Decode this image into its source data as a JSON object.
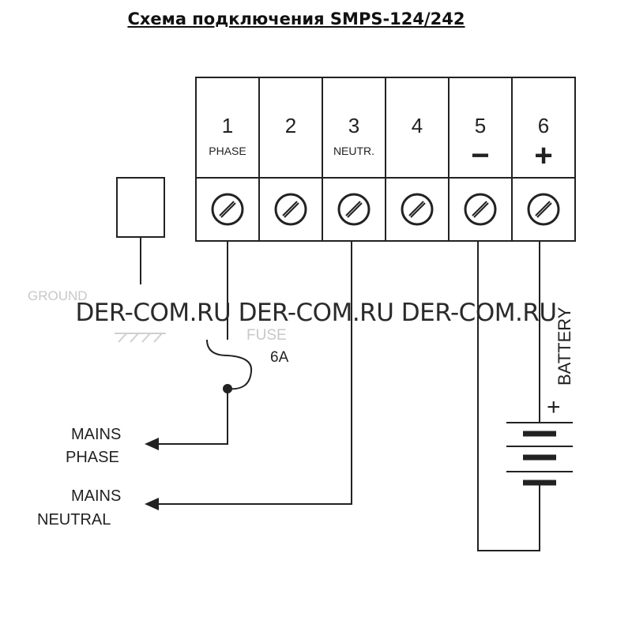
{
  "title": "Схема подключения SMPS-124/242",
  "terminals": [
    {
      "number": "1",
      "label": "PHASE"
    },
    {
      "number": "2",
      "label": ""
    },
    {
      "number": "3",
      "label": "NEUTR."
    },
    {
      "number": "4",
      "label": ""
    },
    {
      "number": "5",
      "label": "−"
    },
    {
      "number": "6",
      "label": "+"
    }
  ],
  "ground_label": "GROUND",
  "fuse_label": "FUSE",
  "fuse_rating": "6A",
  "battery_label": "BATTERY",
  "battery_plus": "+",
  "mains_phase": [
    "MAINS",
    "PHASE"
  ],
  "mains_neutral": [
    "MAINS",
    "NEUTRAL"
  ],
  "watermark": "DER-COM.RU DER-COM.RU DER-COM.RU"
}
